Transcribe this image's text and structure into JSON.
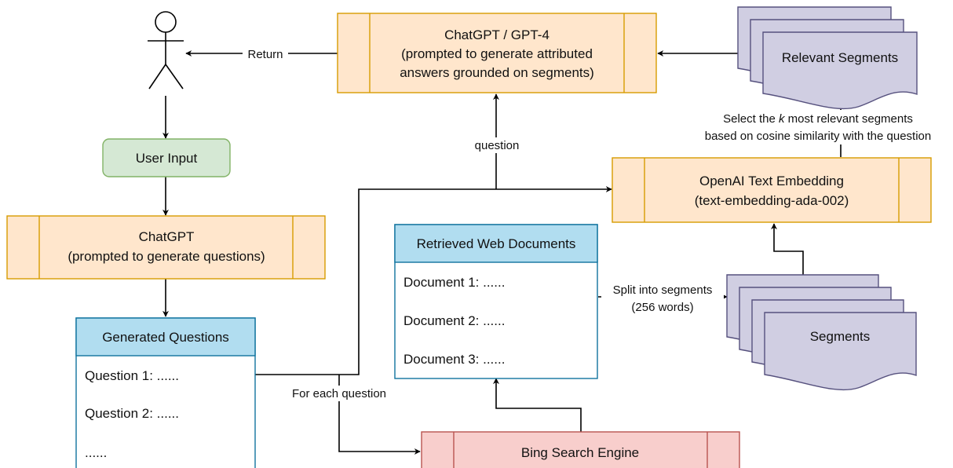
{
  "nodes": {
    "gpt4": {
      "line1": "ChatGPT / GPT-4",
      "line2": "(prompted to generate attributed",
      "line3": "answers grounded on segments)"
    },
    "relevant_segments": {
      "label": "Relevant Segments"
    },
    "user_input": {
      "label": "User Input"
    },
    "chatgpt_questions": {
      "line1": "ChatGPT",
      "line2": "(prompted to generate questions)"
    },
    "embedding": {
      "line1": "OpenAI Text Embedding",
      "line2": "(text-embedding-ada-002)"
    },
    "retrieved_docs": {
      "title": "Retrieved Web Documents",
      "items": [
        "Document 1: ......",
        "Document 2: ......",
        "Document 3: ......"
      ]
    },
    "generated_questions": {
      "title": "Generated Questions",
      "items": [
        "Question 1: ......",
        "Question 2: ......",
        "......"
      ]
    },
    "segments": {
      "label": "Segments"
    },
    "bing": {
      "label": "Bing Search Engine"
    }
  },
  "edges": {
    "return": "Return",
    "question": "question",
    "select_line1_pre": "Select the ",
    "select_line1_k": "k",
    "select_line1_post": " most relevant segments",
    "select_line2": "based on cosine similarity with the question",
    "split_line1": "Split into segments",
    "split_line2": "(256 words)",
    "for_each": "For each question"
  },
  "colors": {
    "process_fill": "#ffe6cc",
    "process_stroke": "#d79b00",
    "input_fill": "#d5e8d4",
    "search_fill": "#f8cecc",
    "list_header_fill": "#b1ddf0",
    "document_fill": "#d0cee2"
  }
}
